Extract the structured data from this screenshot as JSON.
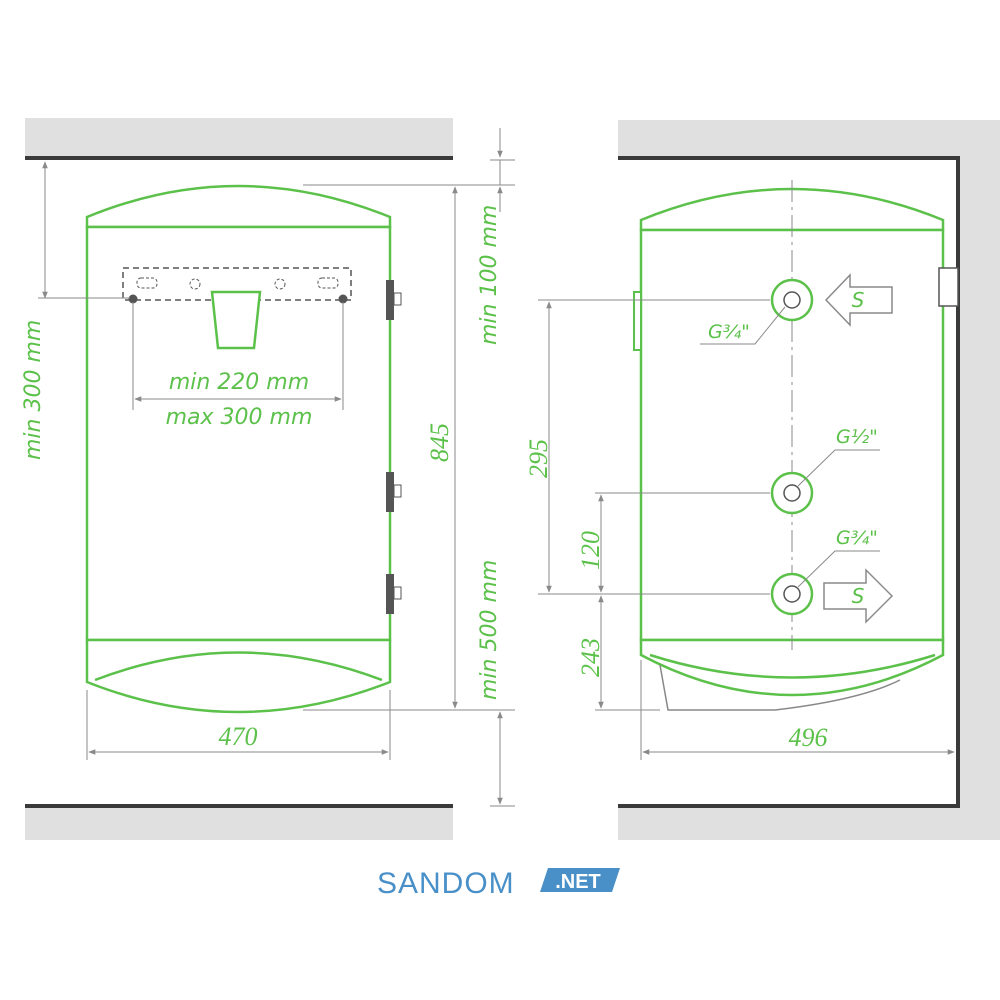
{
  "front_view": {
    "dim_min_300": "min 300 mm",
    "dim_min_220": "min 220 mm",
    "dim_max_300": "max 300 mm",
    "dim_min_100": "min 100 mm",
    "dim_845": "845",
    "dim_min_500": "min 500 mm",
    "dim_470": "470"
  },
  "side_view": {
    "dim_295": "295",
    "dim_120": "120",
    "dim_243": "243",
    "dim_496": "496",
    "port_top_thread": "G¾\"",
    "port_middle_thread": "G½\"",
    "port_bottom_thread": "G¾\"",
    "inlet_arrow_label": "S",
    "outlet_arrow_label": "S"
  },
  "brand": {
    "name": "SANDOM",
    "badge": ".NET"
  },
  "colors": {
    "outline": "#5cc14a",
    "dimension_line": "#8a8a8a",
    "wall": "#e0e0e0",
    "wall_edge": "#3a3a3a",
    "brand": "#4a90c8"
  }
}
